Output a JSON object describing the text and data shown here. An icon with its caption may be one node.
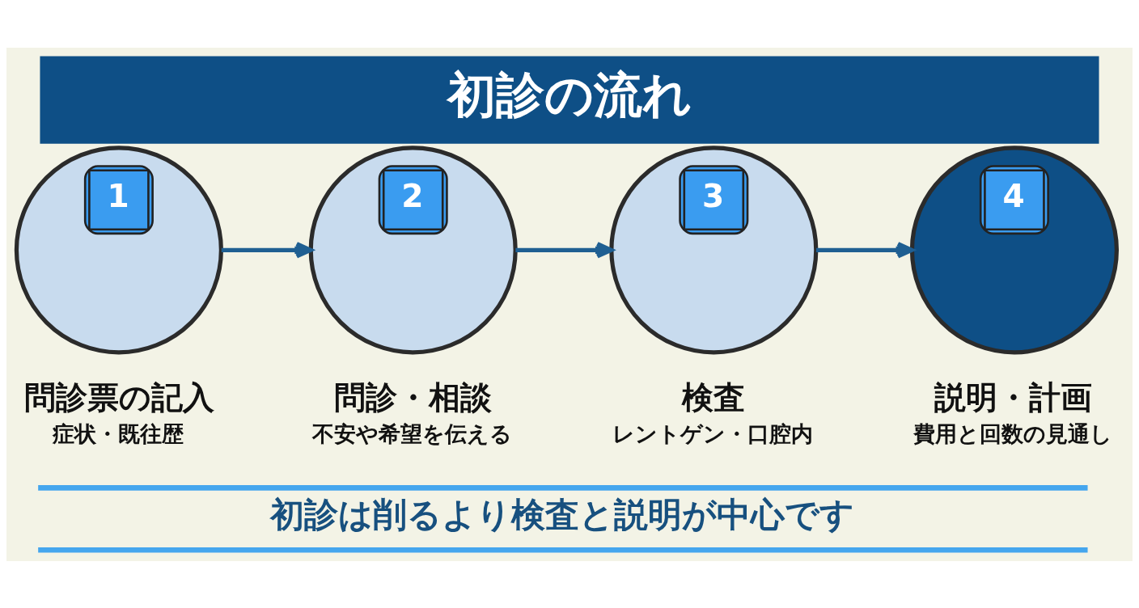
{
  "diagram": {
    "title": "初診の流れ",
    "caption": "初診は削るより検査と説明が中心です",
    "nodes": [
      {
        "text": [
          "1"
        ],
        "beside": [
          "問診票の記入",
          "症状・既往歴"
        ]
      },
      {
        "text": [
          "2"
        ],
        "beside": [
          "問診・相談",
          "不安や希望を伝える"
        ]
      },
      {
        "text": [
          "3"
        ],
        "beside": [
          "検査",
          "レントゲン・口腔内"
        ]
      },
      {
        "text": [
          "4"
        ],
        "beside": [
          "説明・計画",
          "費用と回数の見通し"
        ]
      }
    ],
    "edges": [
      {
        "from": 0,
        "to": 1,
        "arrow": "to"
      },
      {
        "from": 1,
        "to": 2,
        "arrow": "to"
      },
      {
        "from": 2,
        "to": 3,
        "arrow": "to"
      }
    ]
  }
}
